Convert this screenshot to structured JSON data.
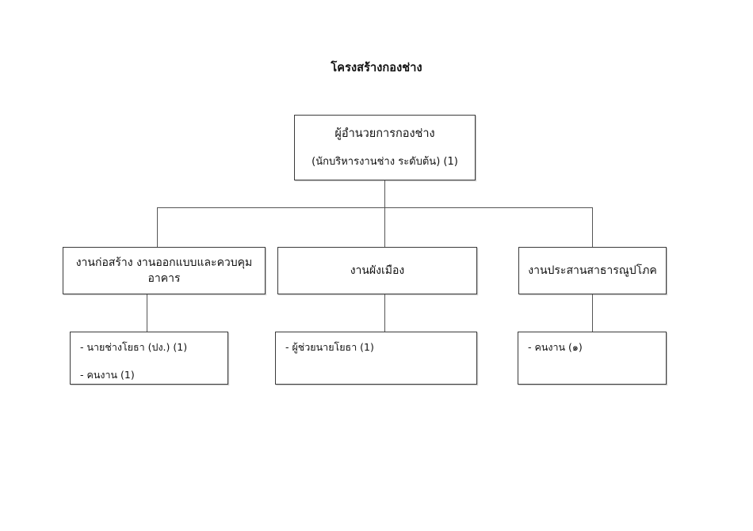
{
  "document": {
    "title": "โครงสร้างกองช่าง",
    "background_color": "#ffffff",
    "line_color": "#555555",
    "border_color": "#3a3a3a",
    "text_color": "#111111"
  },
  "chart_data": {
    "type": "diagram",
    "diagram_kind": "organizational-chart",
    "title": "โครงสร้างกองช่าง",
    "levels": 3,
    "root": {
      "title": "ผู้อำนวยการกองช่าง",
      "subtitle": "(นักบริหารงานช่าง ระดับต้น) (1)",
      "count": 1
    },
    "branches": [
      {
        "unit": "งานก่อสร้าง งานออกแบบและควบคุมอาคาร",
        "staff": [
          "- นายช่างโยธา (ปง.) (1)",
          "- คนงาน (1)"
        ]
      },
      {
        "unit": "งานผังเมือง",
        "staff": [
          "- ผู้ช่วยนายโยธา (1)"
        ]
      },
      {
        "unit": "งานประสานสาธารณูปโภค",
        "staff": [
          "- คนงาน  (๑)"
        ]
      }
    ]
  },
  "nodes": {
    "root": {
      "title": "ผู้อำนวยการกองช่าง",
      "subtitle": "(นักบริหารงานช่าง ระดับต้น) (1)"
    },
    "unit_left": {
      "title": "งานก่อสร้าง งานออกแบบและควบคุมอาคาร"
    },
    "unit_center": {
      "title": "งานผังเมือง"
    },
    "unit_right": {
      "title": "งานประสานสาธารณูปโภค"
    },
    "staff_left": {
      "line1": "- นายช่างโยธา (ปง.) (1)",
      "line2": "- คนงาน (1)"
    },
    "staff_center": {
      "line1": "- ผู้ช่วยนายโยธา (1)"
    },
    "staff_right": {
      "line1": "- คนงาน  (๑)"
    }
  }
}
